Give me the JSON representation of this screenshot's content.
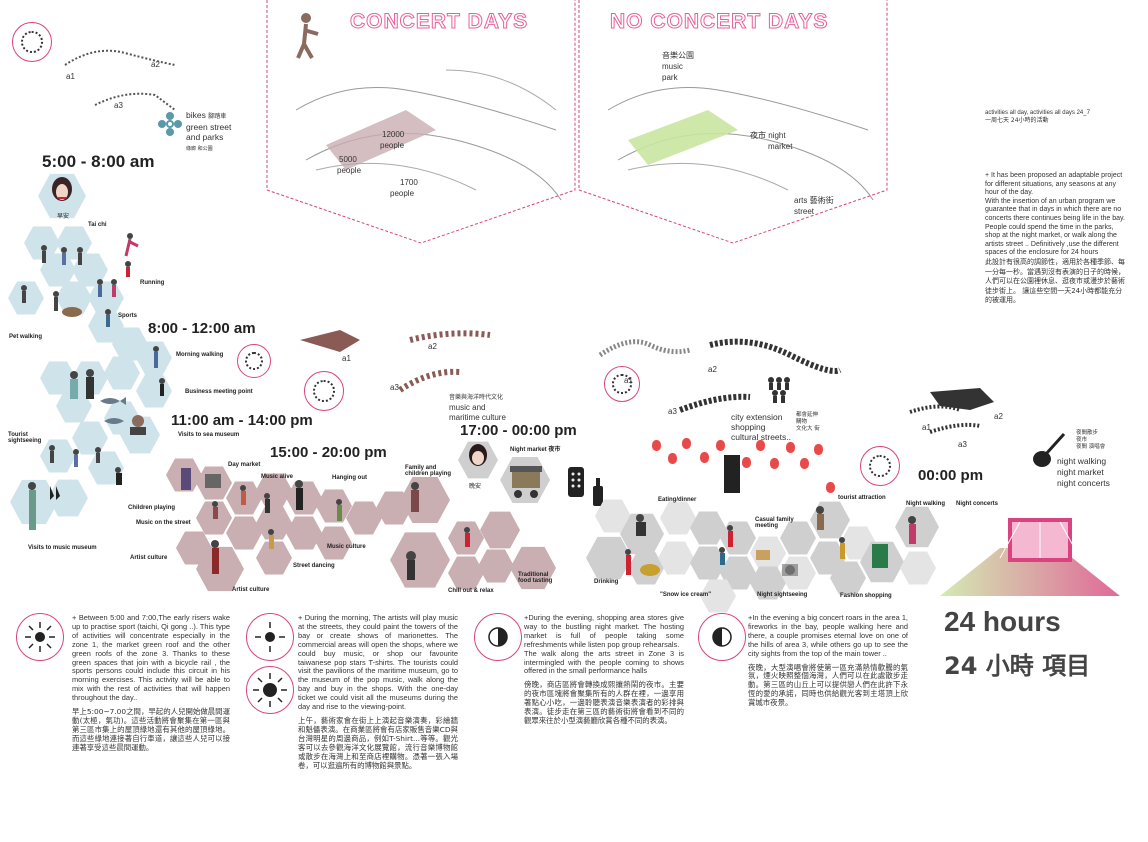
{
  "top_left": {
    "a1": "a1",
    "a2": "a2",
    "a3": "a3",
    "bikes": "bikes",
    "bikes_cn": "腳踏車",
    "green_street": "green street",
    "and_parks": "and parks",
    "parks_cn": "綠廊 和公園"
  },
  "concert": {
    "title_concert": "CONCERT DAYS",
    "title_no_concert": "NO CONCERT DAYS",
    "p12000": "12000",
    "p5000": "5000",
    "p1700": "1700",
    "people": "people",
    "music_park_cn": "音樂公園",
    "music": "music",
    "park": "park",
    "night_market_cn": "夜市",
    "night_market_en": "night",
    "market": "market",
    "arts": "arts",
    "arts_cn": "藝術街",
    "street": "street"
  },
  "intro": {
    "heading": "activities all day, activities all days  24_7",
    "heading_cn": "一周七天 24小時的活動",
    "body_en": "+ It has been proposed an adaptable project for different situations, any seasons at any hour of the day.\nWith the insertion of an urban program we guarantee that in days in which there are no concerts there continues being life in the bay.\nPeople could  spend the time in the parks, shop at the night market, or walk along the artists street .. Definitively ,use the different spaces of the enclosure for 24 hours",
    "body_cn": "此設計有很高的調節性，適用於各種季節、每一分每一秒。當遇到沒有表演的日子的時候，人們可以在公園裡休息、逛夜市或漫步於藝術徒步街上。  讓這些空間一天24小時都能充分的被運用。"
  },
  "times": {
    "t1": "5:00 - 8:00 am",
    "t2": "8:00 - 12:00 am",
    "t3": "11:00 am - 14:00 pm",
    "t4": "15:00 - 20:00 pm",
    "t5": "17:00 - 00:00 pm",
    "t6": "00:00 pm"
  },
  "labels": {
    "good_morning_cn": "早安",
    "tai_chi": "Tai chi",
    "running": "Running",
    "sports": "Sports",
    "pet_walking": "Pet walking",
    "morning_walking": "Morning walking",
    "business_meeting": "Business meeting point",
    "tourist_sightseeing": "Tourist sightseeing",
    "visits_sea_museum": "Visits to sea museum",
    "day_market": "Day market",
    "music_alive": "Music alive",
    "hanging_out": "Hanging out",
    "family_children": "Family and children playing",
    "children_playing": "Children playing",
    "music_on_street": "Music on the street",
    "artist_culture": "Artist culture",
    "street_dancing": "Street dancing",
    "music_culture": "Music culture",
    "chill_out": "Chill out & relax",
    "traditional_food": "Traditional food tasting",
    "drinking": "Drinking",
    "snow_ice_cream": "\"Snow ice cream\"",
    "eating_dinner": "Eating/dinner",
    "casual_family": "Casual family meeting",
    "night_sightseeing": "Night sightseeing",
    "tourist_attraction": "tourist attraction",
    "fashion_shopping": "Fashion shopping",
    "night_walking": "Night walking",
    "night_concerts": "Night concerts",
    "visits_music_museum": "Visits to music museum",
    "night_market_label": "Night market",
    "night_market_label_cn": "夜市",
    "good_night_cn": "晚安"
  },
  "mid": {
    "a1": "a1",
    "a2": "a2",
    "a3": "a3",
    "music_maritime_cn": "音樂與海洋時代文化",
    "music_and": "music and",
    "maritime_culture": "maritime culture",
    "city_extension": "city extension",
    "shopping": "shopping",
    "cultural_streets": "cultural streets..",
    "city_ext_cn": "都會延伸\n購物\n文化大 街",
    "night_walking": "night walking",
    "night_market": "night market",
    "night_concerts": "night concerts",
    "night_cn": "夜間散步\n夜市\n夜間 演唱會"
  },
  "bottom": {
    "col1_en": "+  Between 5:00 and 7:00,The early risers wake up to practise sport (taichi, Qi gong ..). This type of activities will concentrate especially in the zone 1, the market green roof and the other green roofs of the zone 3. Thanks to these green spaces that join with a  bicycle rail , the sports persons could include this circuit in his morning exercises.  This activity will be able to mix with the rest of activities that will happen throughout the day..",
    "col1_cn": "早上5:00~7.00之間，早起的人兒開始做晨間運動(太極，氣功)。這些活動將會聚集在第一區與第三區市集上的屋頂綠地還有其他的屋頂綠地。而這些綠地連接著自行車道，讓這些人兒可以接連著享受這些晨間運動。",
    "col2_en": "+ During the morning, The artists will play music at the streets, they could paint the towers of the bay or  create shows of marionettes. The commercial areas will open the shops, where we could buy music, or shop our favourite taiwanese pop stars T-shirts. The tourists could visit the pavilions of the maritime museum, go to the museum of the pop  music, walk along the bay and buy in the shops. With the one-day ticket we could visit  all the museums during the day and rise to the viewing-point.",
    "col2_cn": "上午，藝術家會在街上上演起音樂演奏，彩繪牆和魁儡表演。在商業區將會有店家販售音樂CD與台灣明星的周邊商品，例如T-Shirt...等等。觀光客可以去參觀海洋文化展覽館，流行音樂博物館或散步在海灣上和至商店裡購物。憑著一張入場卷，可以逛遍所有的博物館與景點。",
    "col3_en": "+During the evening, shopping area stores give way to the bustling night market. The hosting market is full of people taking some refreshments while listen pop group rehearsals.\nThe walk along the arts street in Zone 3 is intermingled with the people coming to shows offered in the small performance halls",
    "col3_cn": "傍晚，商店區將會轉換成熙攘熱鬧的夜市。主要的夜市區塊將會聚集所有的人群在裡，一邊享用著點心小吃，一邊聆聽表演音樂表演者的彩排與表演。徒步走在第三區的藝術街將會看到不同的觀眾來往於小型演藝廳欣賞各種不同的表演。",
    "col4_en": "+In the evening a big concert roars in the area 1, fireworks in the bay, people walking here and there, a couple promises eternal love on one of the hills of area 3, while others go up to see the city sights from the top of the main tower ..",
    "col4_cn": "夜晚，大型演唱會將使第一區充滿熱情歡騰的氣氛，煙火映照整個海灣，人們可以在此處散步走動。第三區的山丘上可以提供戀人們在此許下永恆的愛的承諾，同時也供給觀光客到主塔頂上欣賞城市夜景。",
    "hours_en": "24 hours",
    "hours_cn": "24 小時 項目"
  },
  "colors": {
    "accent": "#d9437f",
    "lightblue": "#cfe3ea",
    "mauve": "#c9aeb2",
    "grey": "#cfcfcf",
    "green": "#c8e6a0"
  }
}
